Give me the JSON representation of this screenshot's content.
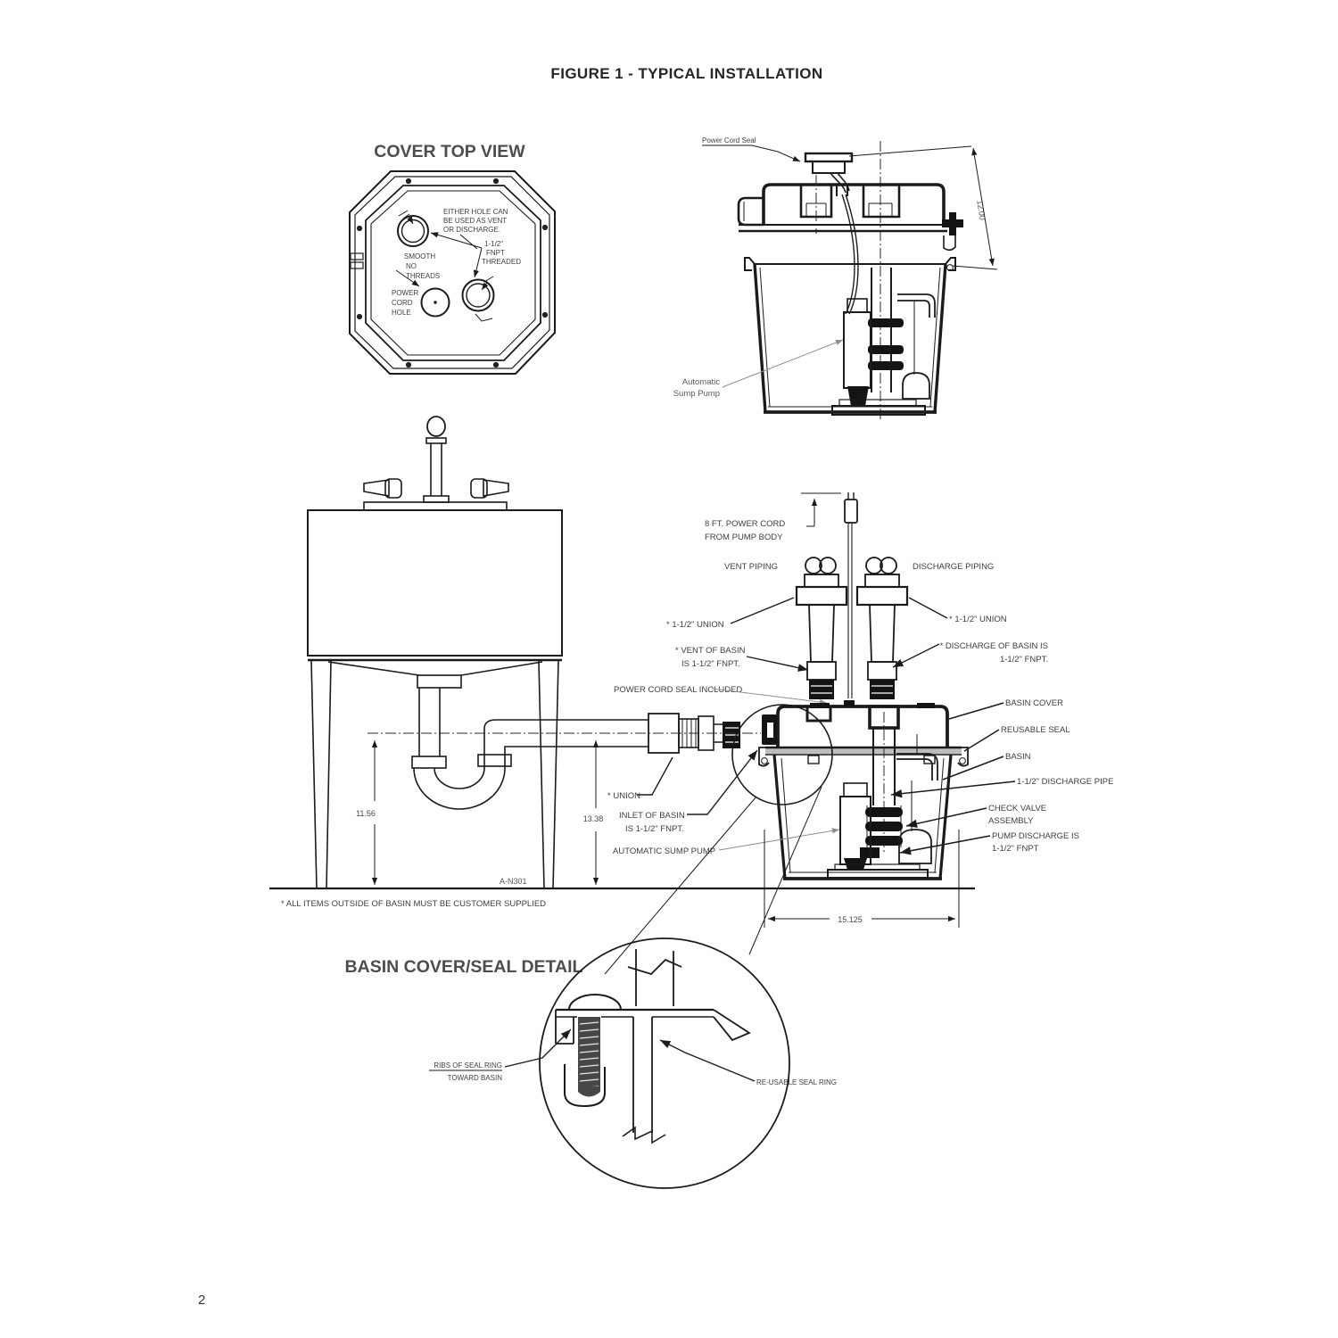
{
  "page": {
    "title": "FIGURE 1 - TYPICAL INSTALLATION",
    "number": "2",
    "footnote": "* ALL ITEMS OUTSIDE OF BASIN MUST BE CUSTOMER SUPPLIED",
    "drawing_number": "A-N301"
  },
  "cover_top_view": {
    "heading": "COVER TOP VIEW",
    "either_hole_1": "EITHER HOLE CAN",
    "either_hole_2": "BE USED AS VENT",
    "either_hole_3": "OR DISCHARGE.",
    "fnpt_1": "1-1/2\"",
    "fnpt_2": "FNPT",
    "fnpt_3": "THREADED",
    "smooth_1": "SMOOTH",
    "smooth_2": "NO",
    "smooth_3": "THREADS",
    "pch_1": "POWER",
    "pch_2": "CORD",
    "pch_3": "HOLE"
  },
  "side_view": {
    "power_cord_seal": "Power Cord Seal",
    "dim_height": "12.00",
    "pump_1": "Automatic",
    "pump_2": "Sump Pump"
  },
  "install": {
    "cord_1": "8 FT. POWER CORD",
    "cord_2": "FROM PUMP BODY",
    "vent_piping": "VENT PIPING",
    "discharge_piping": "DISCHARGE PIPING",
    "union_left": "* 1-1/2\" UNION",
    "union_right": "* 1-1/2\" UNION",
    "vent_basin_1": "* VENT OF BASIN",
    "vent_basin_2": "IS 1-1/2\" FNPT.",
    "disch_basin_1": "* DISCHARGE OF BASIN IS",
    "disch_basin_2": "1-1/2\" FNPT.",
    "seal_included": "POWER CORD SEAL INCLUDED",
    "basin_cover": "BASIN COVER",
    "reusable_seal": "REUSABLE SEAL",
    "basin": "BASIN",
    "discharge_pipe": "1-1/2\" DISCHARGE PIPE",
    "check_valve_1": "CHECK VALVE",
    "check_valve_2": "ASSEMBLY",
    "pump_discharge_1": "PUMP DISCHARGE IS",
    "pump_discharge_2": "1-1/2\" FNPT",
    "union": "* UNION",
    "inlet_1": "INLET OF BASIN",
    "inlet_2": "IS 1-1/2\" FNPT.",
    "auto_pump": "AUTOMATIC SUMP PUMP",
    "dim_sink": "11.56",
    "dim_inlet": "13.38",
    "dim_width": "15.125"
  },
  "detail": {
    "heading": "BASIN COVER/SEAL DETAIL",
    "ribs_1": "RIBS OF SEAL RING",
    "ribs_2": "TOWARD BASIN",
    "seal_ring": "RE-USABLE SEAL RING"
  }
}
